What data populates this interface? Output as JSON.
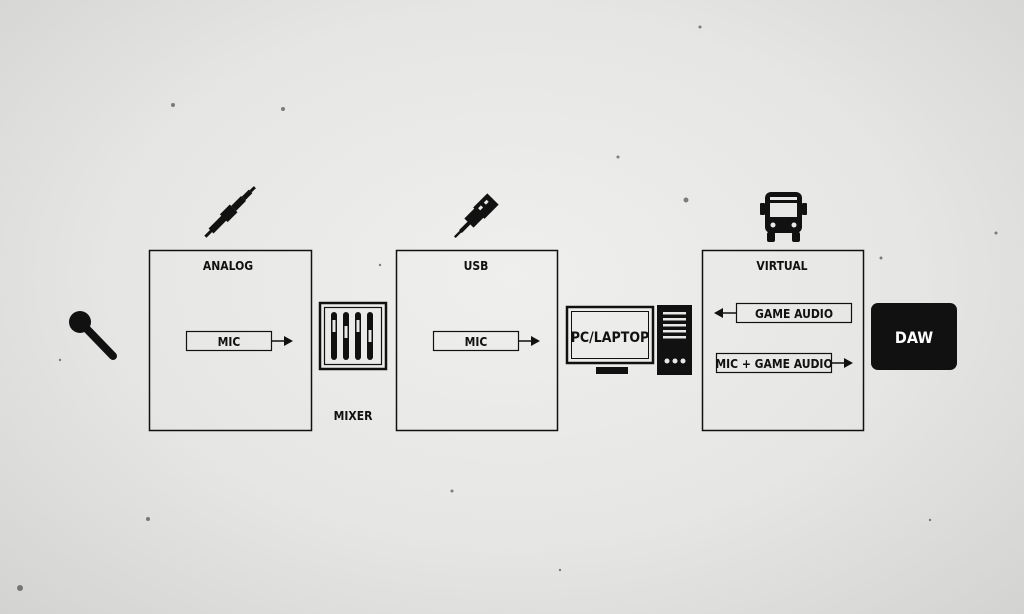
{
  "analog": {
    "title": "ANALOG",
    "mic_label": "MIC"
  },
  "mixer": {
    "label": "MIXER"
  },
  "usb": {
    "title": "USB",
    "mic_label": "MIC"
  },
  "computer": {
    "monitor_label": "PC/LAPTOP"
  },
  "virtual": {
    "title": "VIRTUAL",
    "game_audio_label": "GAME AUDIO",
    "mic_game_label": "MIC + GAME AUDIO"
  },
  "daw": {
    "label": "DAW"
  },
  "icons": {
    "microphone": "microphone-icon",
    "jack": "audio-jack-icon",
    "usb": "usb-plug-icon",
    "bus": "bus-icon",
    "mixer": "mixer-faders-icon",
    "monitor": "monitor-icon",
    "tower": "pc-tower-icon"
  },
  "colors": {
    "ink": "#111111",
    "paper": "#e8e8e6",
    "daw_text": "#ffffff"
  }
}
